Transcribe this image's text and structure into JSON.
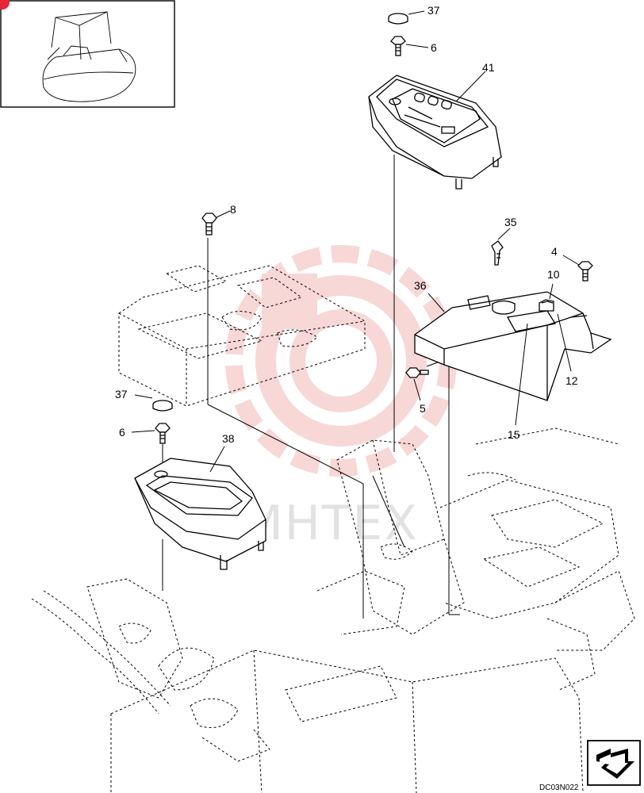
{
  "callouts": {
    "c37_top": "37",
    "c6_top": "6",
    "c41": "41",
    "c8": "8",
    "c35": "35",
    "c4": "4",
    "c10": "10",
    "c36": "36",
    "c12": "12",
    "c5": "5",
    "c15": "15",
    "c37_left": "37",
    "c6_left": "6",
    "c38": "38"
  },
  "drawing_code": "DC03N022",
  "watermark_text": "МНТЕХ",
  "colors": {
    "line": "#000000",
    "watermark": "#f4b8b8",
    "marker": "#e8243a"
  },
  "icons": {
    "thumbnail": "excavator-thumbnail",
    "next_page": "next-page-arrow-icon"
  }
}
